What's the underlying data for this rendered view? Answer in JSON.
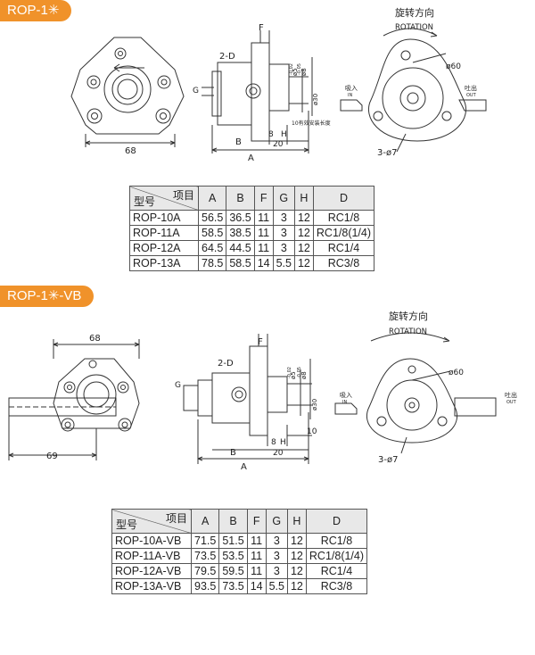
{
  "sections": [
    {
      "badge": "ROP-1✳",
      "drawing": {
        "rotation_cn": "旋转方向",
        "rotation_en": "ROTATION",
        "dim_68": "68",
        "dim_F": "F",
        "dim_2D": "2-D",
        "dim_G": "G",
        "dim_B": "B",
        "dim_A": "A",
        "dim_8": "8",
        "dim_H": "H",
        "dim_20": "20",
        "note_10": "10有效安装长度",
        "dia_5": "ø5",
        "dia_8": "ø8",
        "dia_30": "ø30",
        "tol_1": "-0.02",
        "tol_2": "-0.05",
        "dia_60": "ø60",
        "holes": "3-ø7",
        "in_cn": "吸入",
        "in_en": "IN",
        "out_cn": "吐出",
        "out_en": "OUT"
      },
      "table": {
        "corner_item": "项目",
        "corner_model": "型号",
        "columns": [
          "A",
          "B",
          "F",
          "G",
          "H",
          "D"
        ],
        "rows": [
          [
            "ROP-10A",
            "56.5",
            "36.5",
            "11",
            "3",
            "12",
            "RC1/8"
          ],
          [
            "ROP-11A",
            "58.5",
            "38.5",
            "11",
            "3",
            "12",
            "RC1/8(1/4)"
          ],
          [
            "ROP-12A",
            "64.5",
            "44.5",
            "11",
            "3",
            "12",
            "RC1/4"
          ],
          [
            "ROP-13A",
            "78.5",
            "58.5",
            "14",
            "5.5",
            "12",
            "RC3/8"
          ]
        ]
      }
    },
    {
      "badge": "ROP-1✳-VB",
      "drawing": {
        "rotation_cn": "旋转方向",
        "rotation_en": "ROTATION",
        "dim_68": "68",
        "dim_69": "69",
        "dim_F": "F",
        "dim_2D": "2-D",
        "dim_G": "G",
        "dim_B": "B",
        "dim_A": "A",
        "dim_8": "8",
        "dim_H": "H",
        "dim_20": "20",
        "dim_10": "10",
        "dia_5": "ø5",
        "dia_8": "ø8",
        "dia_30": "ø30",
        "tol_1": "-0.02",
        "tol_2": "-0.05",
        "dia_60": "ø60",
        "holes": "3-ø7",
        "in_cn": "吸入",
        "in_en": "IN",
        "out_cn": "吐出",
        "out_en": "OUT"
      },
      "table": {
        "corner_item": "项目",
        "corner_model": "型号",
        "columns": [
          "A",
          "B",
          "F",
          "G",
          "H",
          "D"
        ],
        "rows": [
          [
            "ROP-10A-VB",
            "71.5",
            "51.5",
            "11",
            "3",
            "12",
            "RC1/8"
          ],
          [
            "ROP-11A-VB",
            "73.5",
            "53.5",
            "11",
            "3",
            "12",
            "RC1/8(1/4)"
          ],
          [
            "ROP-12A-VB",
            "79.5",
            "59.5",
            "11",
            "3",
            "12",
            "RC1/4"
          ],
          [
            "ROP-13A-VB",
            "93.5",
            "73.5",
            "14",
            "5.5",
            "12",
            "RC3/8"
          ]
        ]
      }
    }
  ]
}
